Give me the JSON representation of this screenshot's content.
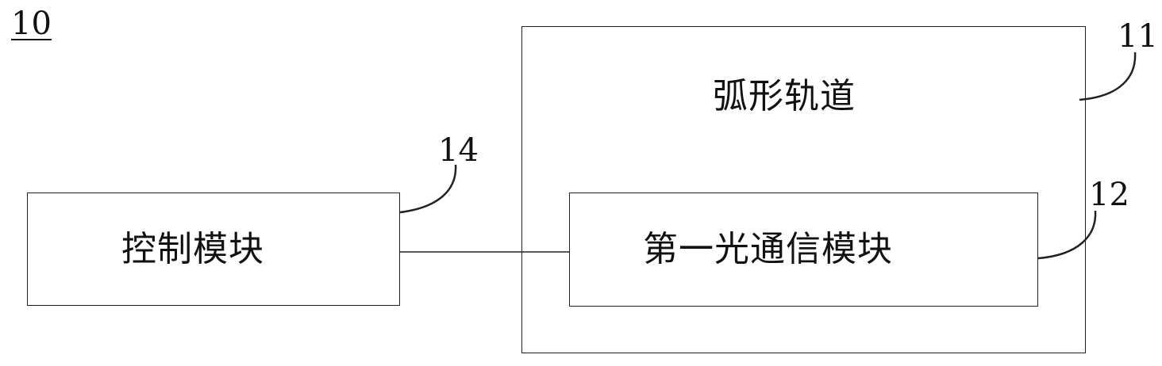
{
  "figure": {
    "label": "10"
  },
  "blocks": {
    "arc_track": {
      "label": "弧形轨道",
      "ref": "11"
    },
    "optical_module": {
      "label": "第一光通信模块",
      "ref": "12"
    },
    "control_module": {
      "label": "控制模块",
      "ref": "14"
    }
  }
}
